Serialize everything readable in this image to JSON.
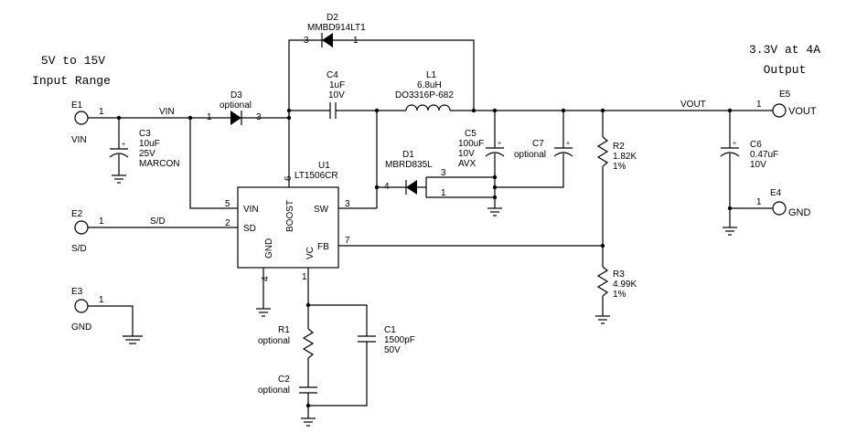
{
  "header": {
    "input_range_line1": "5V to 15V",
    "input_range_line2": "Input Range",
    "output_line1": "3.3V at 4A",
    "output_line2": "Output"
  },
  "terminals": {
    "e1": {
      "ref": "E1",
      "label": "VIN",
      "pin": "1"
    },
    "e2": {
      "ref": "E2",
      "label": "S/D",
      "pin": "1"
    },
    "e3": {
      "ref": "E3",
      "label": "GND",
      "pin": "1"
    },
    "e4": {
      "ref": "E4",
      "label": "GND",
      "pin": "1"
    },
    "e5": {
      "ref": "E5",
      "label": "VOUT",
      "pin": "1"
    }
  },
  "nets": {
    "vin": "VIN",
    "sd": "S/D",
    "vout": "VOUT"
  },
  "components": {
    "d2": {
      "ref": "D2",
      "part": "MMBD914LT1",
      "pin_a": "3",
      "pin_k": "1"
    },
    "d3": {
      "ref": "D3",
      "note": "optional",
      "pin_a": "1",
      "pin_k": "3"
    },
    "c4": {
      "ref": "C4",
      "value": "1uF",
      "voltage": "10V"
    },
    "l1": {
      "ref": "L1",
      "value": "6.8uH",
      "part": "DO3316P-682"
    },
    "c3": {
      "ref": "C3",
      "value": "10uF",
      "voltage": "25V",
      "maker": "MARCON"
    },
    "c5": {
      "ref": "C5",
      "value": "100uF",
      "voltage": "10V",
      "maker": "AVX"
    },
    "c7": {
      "ref": "C7",
      "note": "optional"
    },
    "d1": {
      "ref": "D1",
      "part": "MBRD835L",
      "pin_k": "4",
      "pin_a1": "3",
      "pin_a2": "1"
    },
    "r2": {
      "ref": "R2",
      "value": "1.82K",
      "tol": "1%"
    },
    "r3": {
      "ref": "R3",
      "value": "4.99K",
      "tol": "1%"
    },
    "c6": {
      "ref": "C6",
      "value": "0.47uF",
      "voltage": "10V"
    },
    "r1": {
      "ref": "R1",
      "note": "optional"
    },
    "c1": {
      "ref": "C1",
      "value": "1500pF",
      "voltage": "50V"
    },
    "c2": {
      "ref": "C2",
      "note": "optional"
    },
    "u1": {
      "ref": "U1",
      "part": "LT1506CR",
      "pins": {
        "vin": {
          "name": "VIN",
          "num": "5"
        },
        "sd": {
          "name": "SD",
          "num": "2"
        },
        "boost": {
          "name": "BOOST",
          "num": "6"
        },
        "sw": {
          "name": "SW",
          "num": "3"
        },
        "fb": {
          "name": "FB",
          "num": "7"
        },
        "gnd": {
          "name": "GND",
          "num": "4"
        },
        "vc": {
          "name": "VC",
          "num": "1"
        }
      }
    }
  }
}
